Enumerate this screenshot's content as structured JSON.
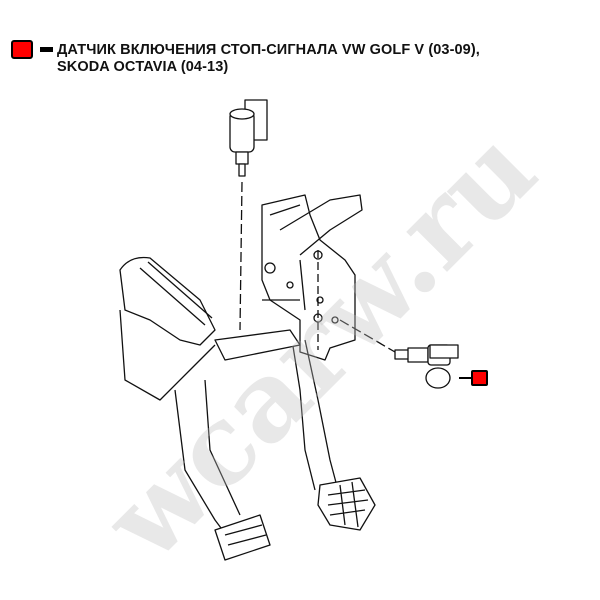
{
  "legend": {
    "swatch_color": "#ff0000",
    "title_line1": "ДАТЧИК ВКЛЮЧЕНИЯ СТОП-СИГНАЛА VW GOLF V (03-09),",
    "title_line2": "SKODA OCTAVIA (04-13)"
  },
  "watermark": "wcarw.ru",
  "part_marker": {
    "color": "#ff0000"
  }
}
